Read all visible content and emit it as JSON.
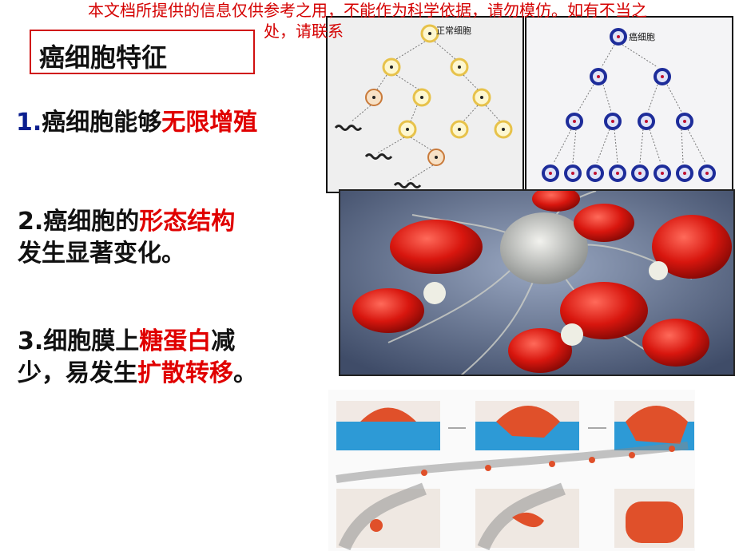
{
  "disclaimer": {
    "line1": "本文档所提供的信息仅供参考之用，不能作为科学依据，请勿模仿。如有不当之",
    "line2": "处，请联系"
  },
  "title": "癌细胞特征",
  "points": [
    {
      "num": "1.",
      "text": "癌细胞能够",
      "highlight": "无限增殖"
    },
    {
      "num": "2.",
      "text": "癌细胞的",
      "highlight": "形态结构",
      "rest": "发生显著变化。"
    },
    {
      "num": "3.",
      "text": "细胞膜上",
      "highlight": "糖蛋白",
      "mid": "减",
      "line2a": "少，易发生",
      "highlight2": "扩散转移",
      "line2b": "。"
    }
  ],
  "figures": {
    "normal_label": "正常细胞",
    "cancer_label": "癌细胞"
  },
  "colors": {
    "highlight": "#e00000",
    "title_border": "#d01010",
    "number_blue": "#0b1f8f"
  }
}
